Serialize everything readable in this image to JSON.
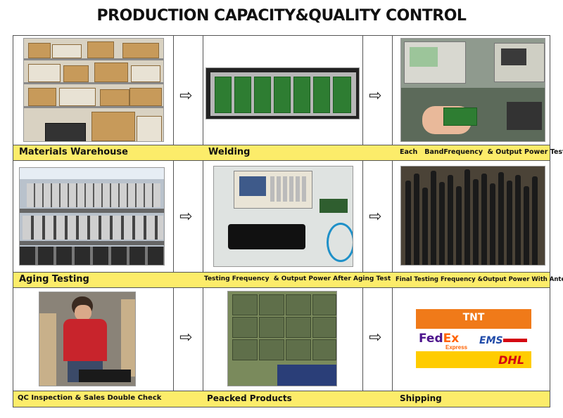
{
  "title": "PRODUCTION CAPACITY&QUALITY CONTROL",
  "arrow_glyph": "⇨",
  "steps": [
    {
      "label": "Materials Warehouse"
    },
    {
      "label": "Welding"
    },
    {
      "label": "Each   BandFrequency  & Output Power Testing"
    },
    {
      "label": "Aging Testing"
    },
    {
      "label": "Testing Frequency  & Output Power After Aging Test"
    },
    {
      "label": "Final Testing Frequency &Output Power With Antennas"
    },
    {
      "label": "QC Inspection & Sales Double Check"
    },
    {
      "label": "Peacked Products"
    },
    {
      "label": "Shipping"
    }
  ],
  "logos": {
    "tnt": "TNT",
    "fedex_fed": "Fed",
    "fedex_ex": "Ex",
    "fedex_express": "Express",
    "ems": "EMS",
    "dhl": "DHL"
  },
  "colors": {
    "label_band": "#fcec6a",
    "tnt_orange": "#f07a19",
    "fedex_purple": "#4d148c",
    "fedex_orange": "#ff6200",
    "ems_blue": "#1f4aa8",
    "dhl_yellow": "#ffcc00",
    "dhl_red": "#d40511"
  }
}
